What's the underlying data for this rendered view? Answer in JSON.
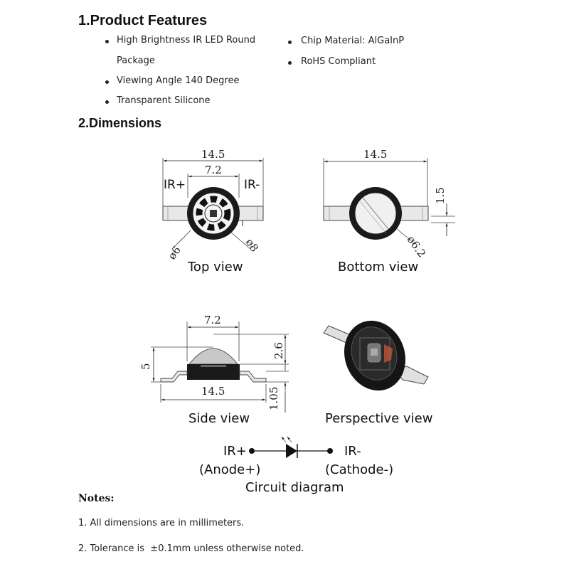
{
  "section1": {
    "title": "1.Product Features",
    "features_left": [
      "High Brightness IR LED Round",
      "Package",
      "Viewing Angle 140 Degree",
      "Transparent Silicone"
    ],
    "features_right": [
      "Chip Material: AlGaInP",
      "RoHS Compliant"
    ]
  },
  "section2": {
    "title": "2.Dimensions",
    "top_view": {
      "caption": "Top view",
      "width": "14.5",
      "inner_width": "7.2",
      "plus_label": "IR+",
      "minus_label": "IR-",
      "dia_a": "ø6",
      "dia_b": "ø8"
    },
    "bottom_view": {
      "caption": "Bottom view",
      "width": "14.5",
      "height": "1.5",
      "dia": "ø6.2"
    },
    "side_view": {
      "caption": "Side view",
      "top_width": "7.2",
      "total_width": "14.5",
      "height": "5",
      "dome_height": "2.6",
      "lead_height": "1.05"
    },
    "perspective_view": {
      "caption": "Perspective view"
    },
    "circuit": {
      "caption": "Circuit diagram",
      "anode": "IR+",
      "anode_note": "(Anode+)",
      "cathode": "IR-",
      "cathode_note": "(Cathode-)"
    }
  },
  "notes": {
    "title": "Notes:",
    "items": [
      "1. All dimensions are in millimeters.",
      "2. Tolerance is  ±0.1mm unless otherwise noted."
    ]
  }
}
